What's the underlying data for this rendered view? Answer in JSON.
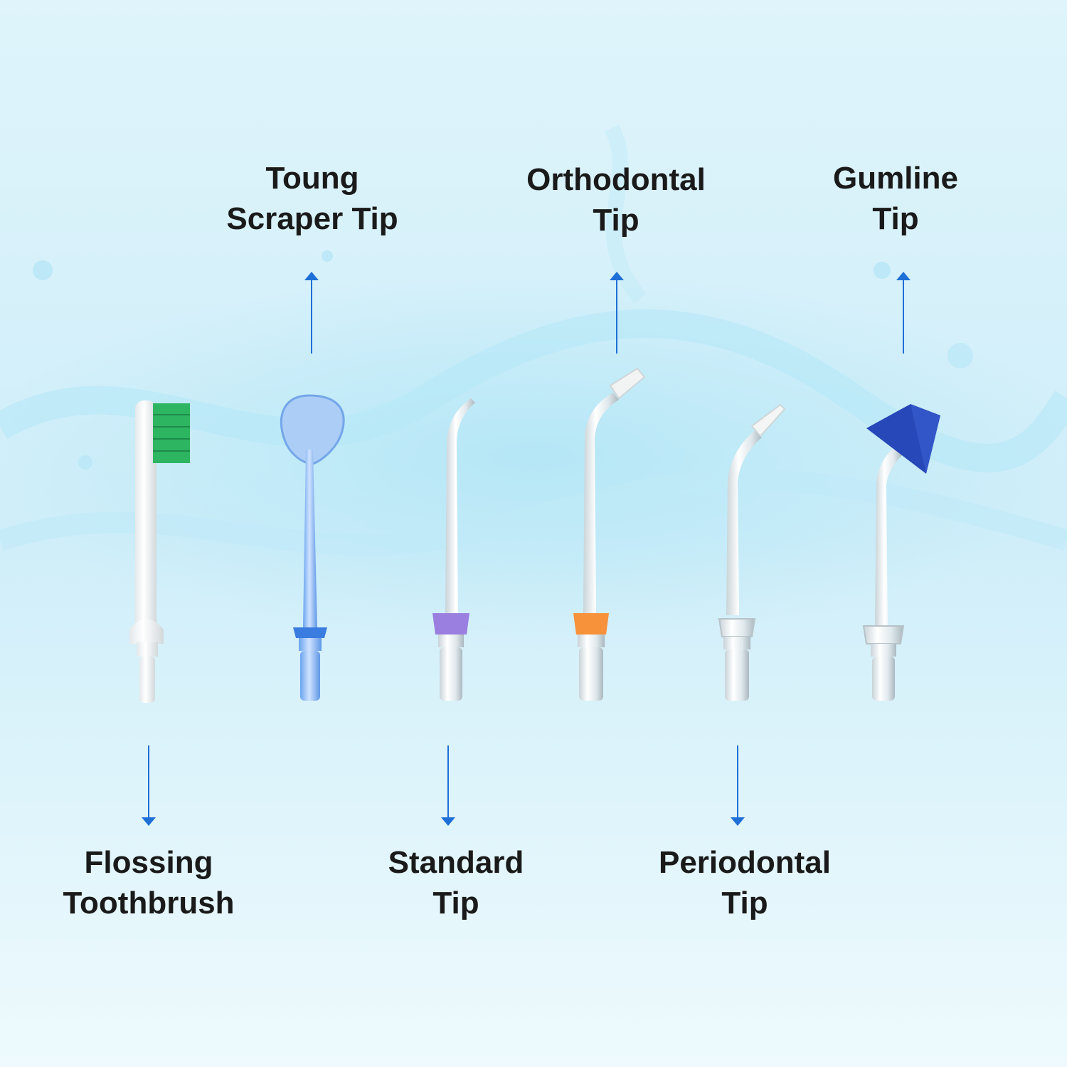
{
  "labels": {
    "toung_scraper": [
      "Toung",
      "Scraper Tip"
    ],
    "orthodontal": [
      "Orthodontal",
      "Tip"
    ],
    "gumline": [
      "Gumline",
      "Tip"
    ],
    "flossing_toothbrush": [
      "Flossing",
      "Toothbrush"
    ],
    "standard": [
      "Standard",
      "Tip"
    ],
    "periodontal": [
      "Periodontal",
      "Tip"
    ]
  },
  "colors": {
    "arrow": "#1e6fd6",
    "brush_bristles": "#2db562",
    "scraper_blue": "#7fb3f5",
    "standard_ring": "#9b7fe0",
    "orthodontal_ring": "#f7913a",
    "gumline_cap": "#2748b8",
    "background_top": "#d9f2fa",
    "background_bottom": "#eef9fd"
  }
}
